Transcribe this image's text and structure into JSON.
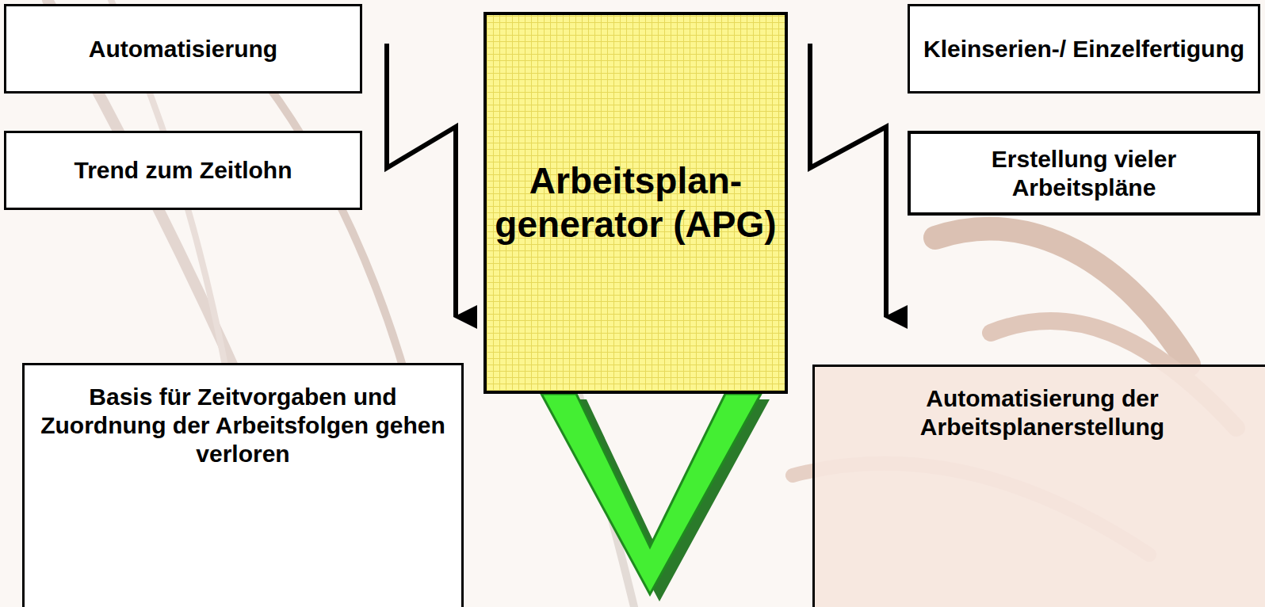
{
  "diagram": {
    "nodes": [
      {
        "text": [
          "Automatisierung"
        ]
      },
      {
        "text": [
          "Trend zum Zeitlohn"
        ]
      },
      {
        "text": [
          "Arbeitsplan- generator (APG)"
        ]
      },
      {
        "text": [
          "Kleinserien-/ Einzelfertigung"
        ]
      },
      {
        "text": [
          "Erstellung vieler Arbeitspläne"
        ]
      },
      {
        "text": [
          "Basis für Zeitvorgaben und Zuordnung der Arbeitsfolgen gehen verloren"
        ]
      },
      {
        "text": [
          "Automatisierung der Arbeitsplanerstellung"
        ]
      }
    ]
  }
}
